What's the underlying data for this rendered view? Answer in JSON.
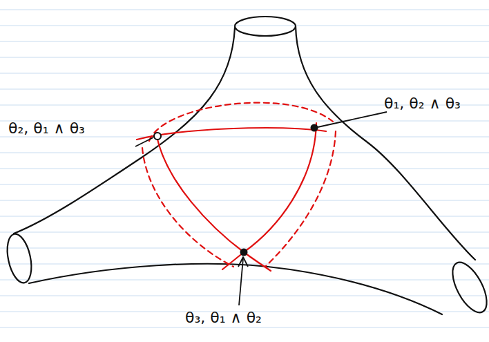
{
  "diagram": {
    "labels": [
      "θ₂, θ₁ ∧ θ₃",
      "θ₁, θ₂ ∧ θ₃",
      "θ₃, θ₁ ∧ θ₂"
    ]
  }
}
